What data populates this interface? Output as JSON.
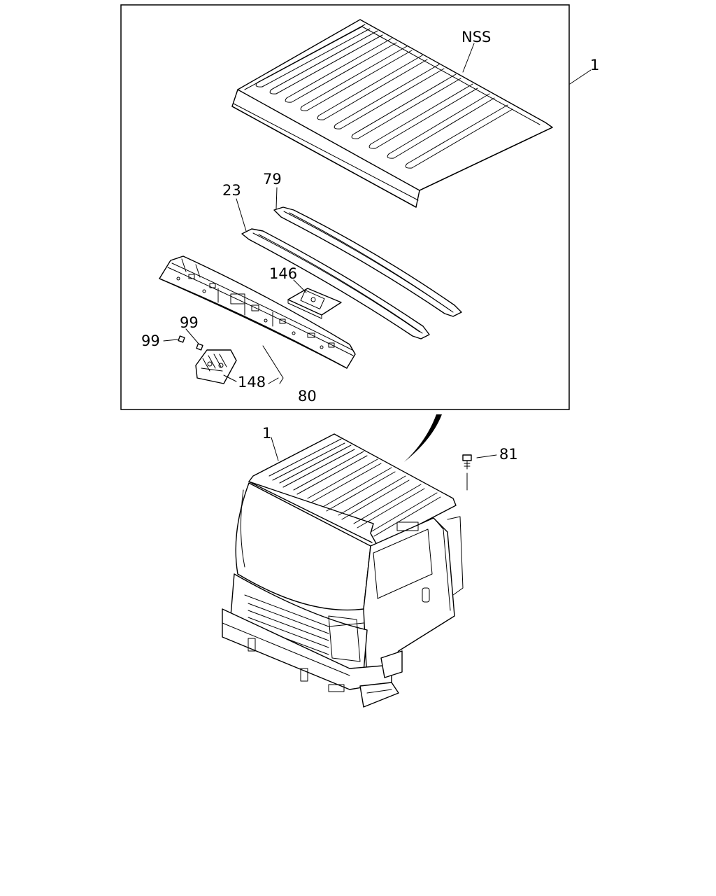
{
  "callouts": {
    "nss": "NSS",
    "part_1_top": "1",
    "part_79": "79",
    "part_23": "23",
    "part_146": "146",
    "part_99_a": "99",
    "part_99_b": "99",
    "part_148": "148",
    "part_80": "80",
    "part_1_cab": "1",
    "part_81": "81"
  }
}
